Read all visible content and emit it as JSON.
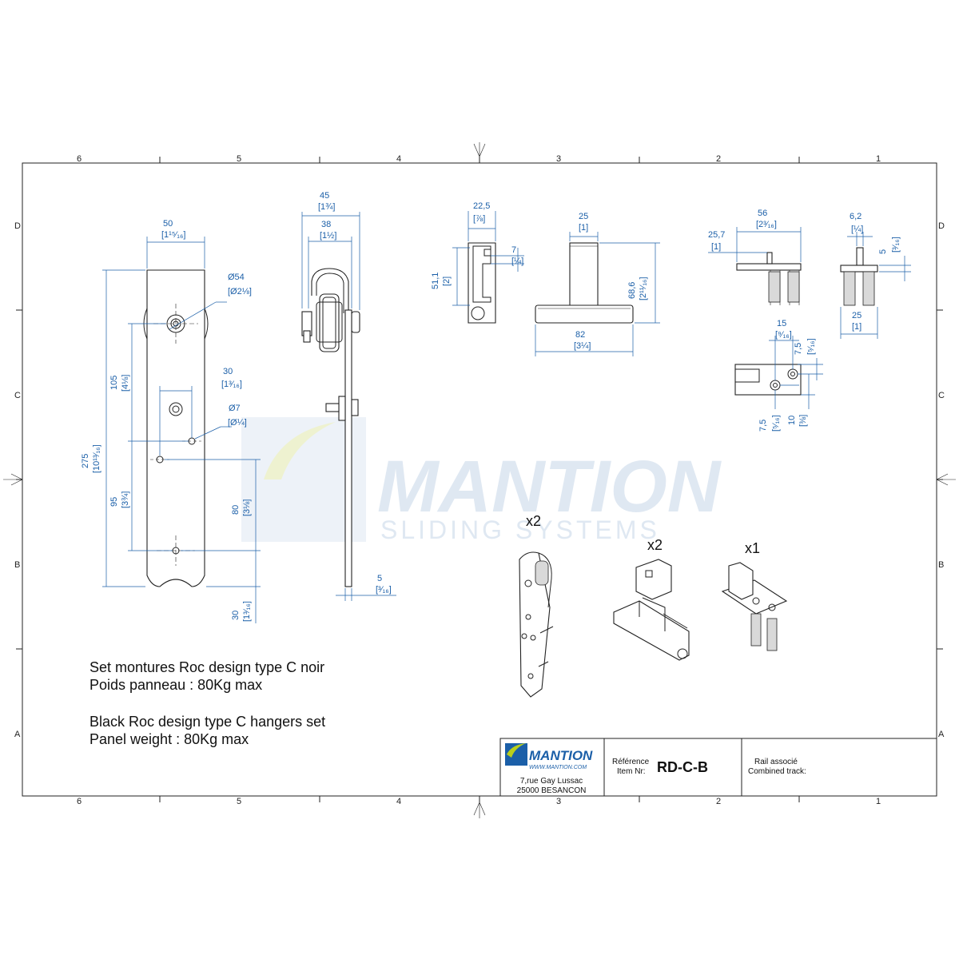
{
  "grid": {
    "columns": [
      "6",
      "5",
      "4",
      "3",
      "2",
      "1"
    ],
    "rows": [
      "D",
      "C",
      "B",
      "A"
    ]
  },
  "watermark": {
    "brand": "MANTION",
    "tagline": "SLIDING SYSTEMS"
  },
  "dimensions": {
    "d50": "50",
    "d50_in": "[1¹⁵⁄₁₆]",
    "d54": "Ø54",
    "d54_in": "[Ø2⅛]",
    "d105": "105",
    "d105_in": "[4⅛]",
    "d275": "275",
    "d275_in": "[10¹³⁄₁₆]",
    "d30a": "30",
    "d30a_in": "[1³⁄₁₆]",
    "d7": "Ø7",
    "d7_in": "[Ø¼]",
    "d95": "95",
    "d95_in": "[3¾]",
    "d80": "80",
    "d80_in": "[3⅛]",
    "d30b": "30",
    "d30b_in": "[1³⁄₁₆]",
    "d45": "45",
    "d45_in": "[1¾]",
    "d38": "38",
    "d38_in": "[1½]",
    "d5a": "5",
    "d5a_in": "[³⁄₁₆]",
    "d22": "22,5",
    "d22_in": "[⅞]",
    "d7b": "7",
    "d7b_in": "[¼]",
    "d51": "51,1",
    "d51_in": "[2]",
    "d25a": "25",
    "d25a_in": "[1]",
    "d68": "68,6",
    "d68_in": "[2¹¹⁄₁₆]",
    "d82": "82",
    "d82_in": "[3¼]",
    "d56": "56",
    "d56_in": "[2³⁄₁₆]",
    "d25b": "25,7",
    "d25b_in": "[1]",
    "d62": "6,2",
    "d62_in": "[¼]",
    "d5b": "5",
    "d5b_in": "[³⁄₁₆]",
    "d25c": "25",
    "d25c_in": "[1]",
    "d15": "15",
    "d15_in": "[⁹⁄₁₆]",
    "d75a": "7,5",
    "d75a_in": "[⁵⁄₁₆]",
    "d75b": "7,5",
    "d75b_in": "[⁵⁄₁₆]",
    "d10": "10",
    "d10_in": "[⅜]"
  },
  "quantities": {
    "q_hanger": "x2",
    "q_guide": "x2",
    "q_stop": "x1"
  },
  "description": {
    "fr_line1": "Set montures Roc design type C noir",
    "fr_line2": "Poids panneau : 80Kg max",
    "en_line1": "Black Roc design type C hangers set",
    "en_line2": "Panel weight : 80Kg max"
  },
  "title_block": {
    "logo": "MANTION",
    "website": "WWW.MANTION.COM",
    "address1": "7,rue Gay Lussac",
    "address2": "25000 BESANCON",
    "ref_label1": "Référence",
    "ref_label2": "Item Nr:",
    "ref_value": "RD-C-B",
    "rail_label1": "Rail associé",
    "rail_label2": "Combined track:"
  },
  "colors": {
    "dimension": "#1b5fa8",
    "logo_blue": "#1b5fa8",
    "logo_green": "#b9cf1c",
    "watermark": "#dfe8f2"
  }
}
